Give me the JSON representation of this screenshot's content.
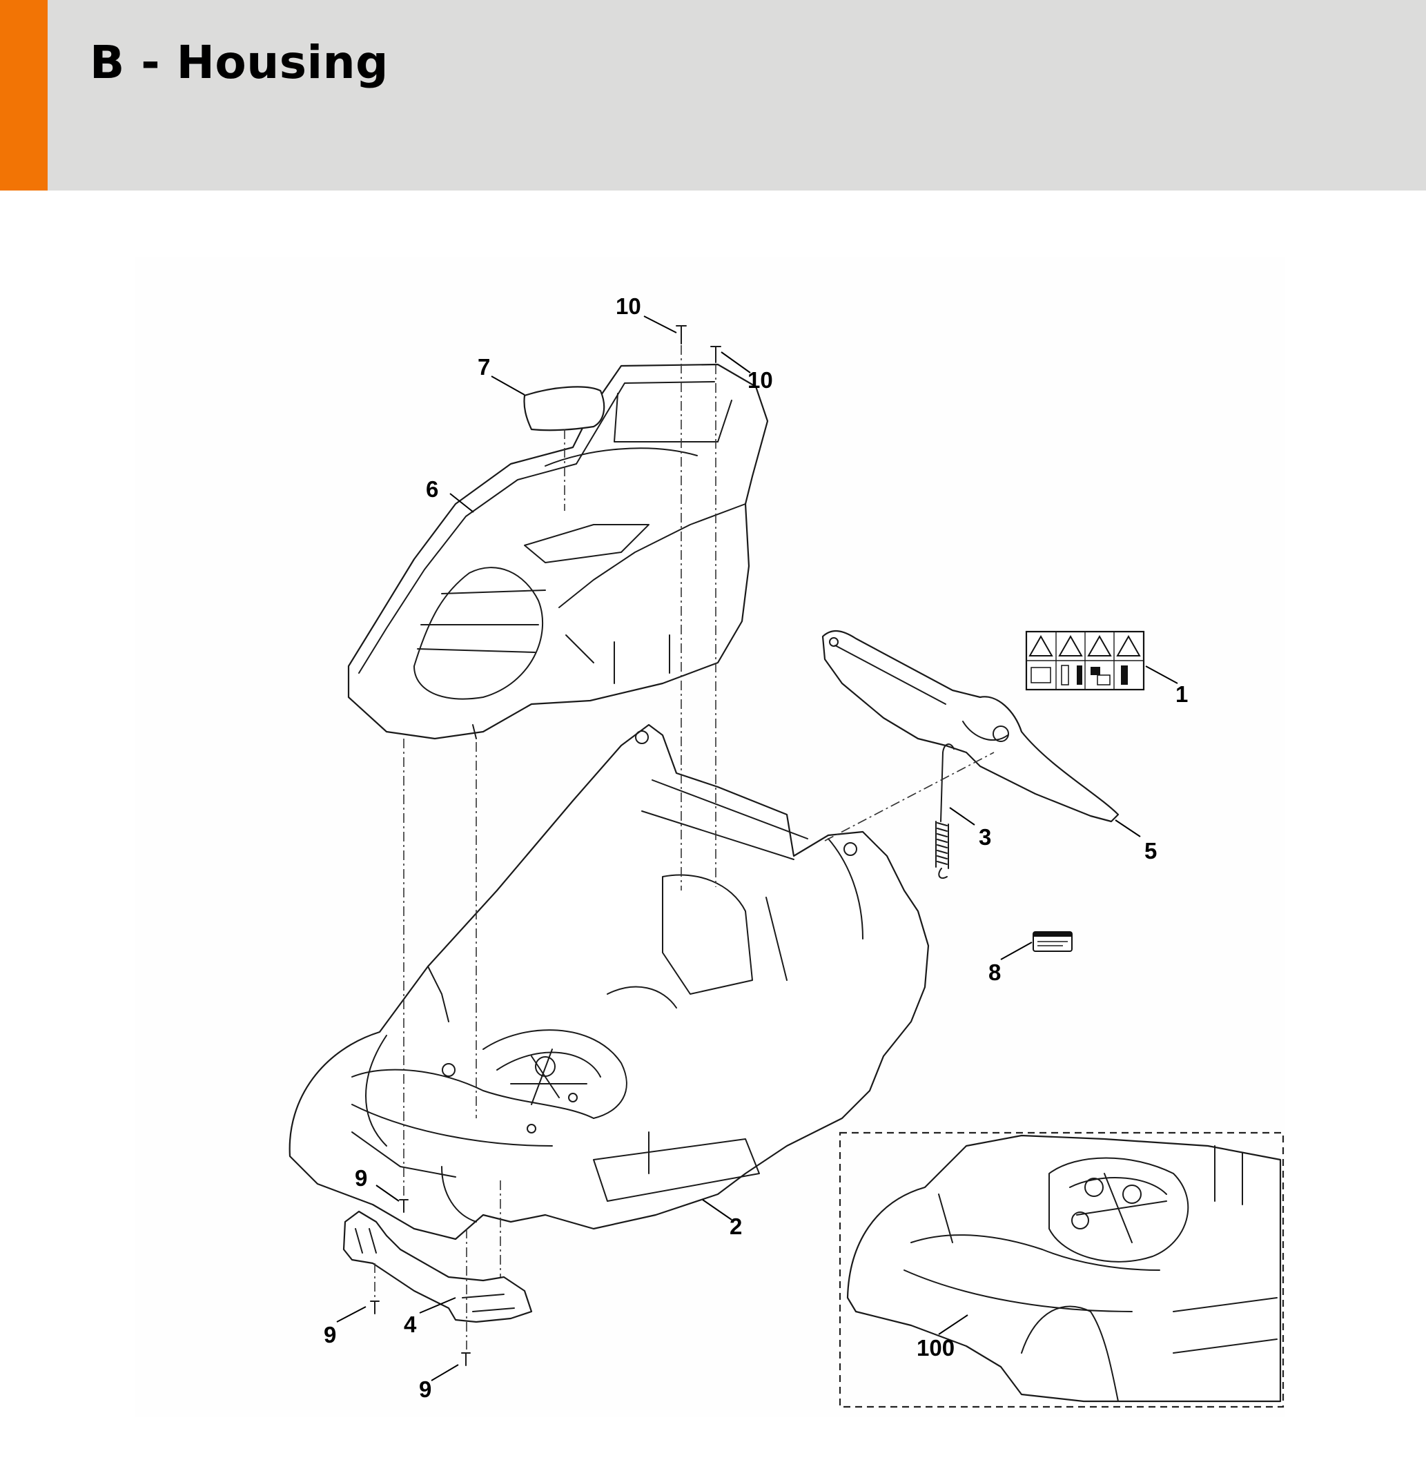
{
  "header": {
    "title": "B - Housing",
    "accent_color": "#f27405",
    "background_color": "#dcdcdb"
  },
  "diagram": {
    "callouts": [
      {
        "id": "callout-10a",
        "label": "10"
      },
      {
        "id": "callout-10b",
        "label": "10"
      },
      {
        "id": "callout-7",
        "label": "7"
      },
      {
        "id": "callout-6",
        "label": "6"
      },
      {
        "id": "callout-1",
        "label": "1"
      },
      {
        "id": "callout-3",
        "label": "3"
      },
      {
        "id": "callout-5",
        "label": "5"
      },
      {
        "id": "callout-8",
        "label": "8"
      },
      {
        "id": "callout-9a",
        "label": "9"
      },
      {
        "id": "callout-2",
        "label": "2"
      },
      {
        "id": "callout-9b",
        "label": "9"
      },
      {
        "id": "callout-4",
        "label": "4"
      },
      {
        "id": "callout-9c",
        "label": "9"
      },
      {
        "id": "callout-100",
        "label": "100"
      }
    ]
  }
}
